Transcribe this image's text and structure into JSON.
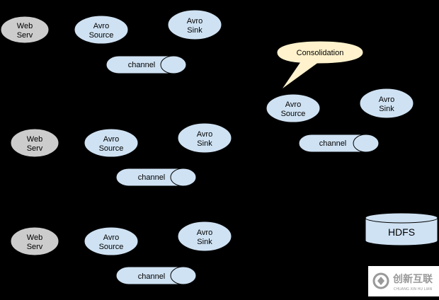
{
  "colors": {
    "background": "#000000",
    "avro_fill": "#cfe2f3",
    "web_fill": "#cccccc",
    "callout_fill": "#fff2cc",
    "stroke": "#000000"
  },
  "agents": [
    {
      "web": [
        "Web",
        "Serv"
      ],
      "source": [
        "Avro",
        "Source"
      ],
      "sink": [
        "Avro",
        "Sink"
      ],
      "channel": "channel"
    },
    {
      "web": [
        "Web",
        "Serv"
      ],
      "source": [
        "Avro",
        "Source"
      ],
      "sink": [
        "Avro",
        "Sink"
      ],
      "channel": "channel"
    },
    {
      "web": [
        "Web",
        "Serv"
      ],
      "source": [
        "Avro",
        "Source"
      ],
      "sink": [
        "Avro",
        "Sink"
      ],
      "channel": "channel"
    }
  ],
  "consolidation": {
    "callout": "Consolidation",
    "source": [
      "Avro",
      "Source"
    ],
    "sink": [
      "Avro",
      "Sink"
    ],
    "channel": "channel"
  },
  "storage": {
    "label": "HDFS"
  },
  "watermark": {
    "text": "创新互联",
    "subtext": "CHUANG XIN HU LIAN"
  }
}
